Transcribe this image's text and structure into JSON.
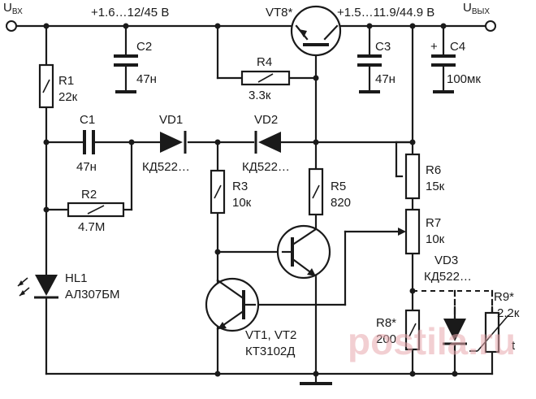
{
  "terminals": {
    "input": {
      "name": "U",
      "sub": "ВХ"
    },
    "output": {
      "name": "U",
      "sub": "ВЫХ"
    }
  },
  "rails": {
    "input_voltage": "+1.6…12/45 В",
    "output_voltage": "+1.5…11.9/44.9 В"
  },
  "components": {
    "vt8": {
      "ref": "VT8*"
    },
    "c2": {
      "ref": "C2",
      "value": "47н"
    },
    "c3": {
      "ref": "C3",
      "value": "47н"
    },
    "c4": {
      "ref": "C4",
      "value": "100мк",
      "polarity": "+"
    },
    "r1": {
      "ref": "R1",
      "value": "22к"
    },
    "r4": {
      "ref": "R4",
      "value": "3.3к"
    },
    "c1": {
      "ref": "C1",
      "value": "47н"
    },
    "vd1": {
      "ref": "VD1",
      "value": "КД522…"
    },
    "vd2": {
      "ref": "VD2",
      "value": "КД522…"
    },
    "r2": {
      "ref": "R2",
      "value": "4.7М"
    },
    "r3": {
      "ref": "R3",
      "value": "10к"
    },
    "r5": {
      "ref": "R5",
      "value": "820"
    },
    "r6": {
      "ref": "R6",
      "value": "15к"
    },
    "r7": {
      "ref": "R7",
      "value": "10к"
    },
    "hl1": {
      "ref": "HL1",
      "value": "АЛ307БМ"
    },
    "vt12": {
      "ref": "VT1, VT2",
      "value": "КТ3102Д"
    },
    "vd3": {
      "ref": "VD3",
      "value": "КД522…"
    },
    "r8": {
      "ref": "R8*",
      "value": "200"
    },
    "r9": {
      "ref": "R9*",
      "value": "2.2к",
      "symbol": "t"
    }
  },
  "watermark": "postila.ru"
}
